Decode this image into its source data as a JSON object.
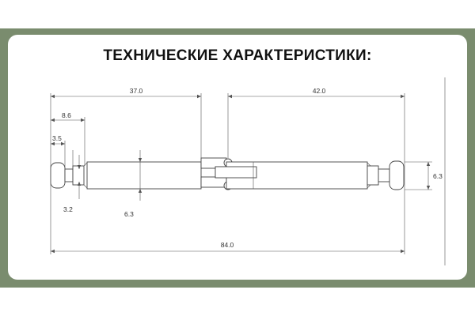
{
  "title": "ТЕХНИЧЕСКИЕ ХАРАКТЕРИСТИКИ:",
  "colors": {
    "band": "#7a8c6e",
    "card": "#ffffff",
    "line": "#555555",
    "text": "#111111"
  },
  "dimensions": {
    "left_segment": "37.0",
    "right_segment": "42.0",
    "head_to_groove": "8.6",
    "head_length": "3.5",
    "neck_diameter": "3.2",
    "shaft_diameter": "6.3",
    "right_head_diameter": "6.3",
    "overall_length": "84.0"
  }
}
